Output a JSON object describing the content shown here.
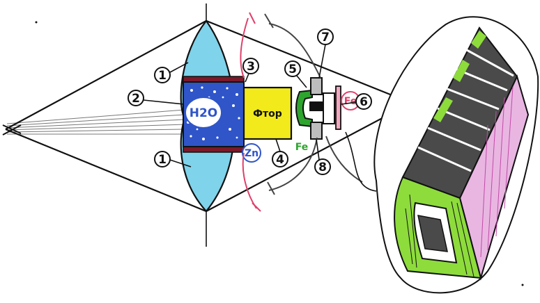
{
  "diagram": {
    "callouts": {
      "c1_upper": "1",
      "c1_lower": "1",
      "c2": "2",
      "c3": "3",
      "c4": "4",
      "c5": "5",
      "c6": "6",
      "c7": "7",
      "c8": "8"
    },
    "labels": {
      "water": "H2O",
      "fluorine": "Фтор",
      "zinc": "Zn",
      "iron_green": "Fe",
      "iron_pink": "Fe"
    },
    "colors": {
      "lens_blue": "#7fd3ea",
      "water_blue": "#2f55c9",
      "fluorine_yellow": "#f2ea1a",
      "magnet_green": "#2ea52e",
      "wire_pink": "#e0406a",
      "coil_magenta": "#c24aa8",
      "cutaway_green": "#8ddc3c",
      "cutaway_pink": "#e9b6e2"
    }
  }
}
